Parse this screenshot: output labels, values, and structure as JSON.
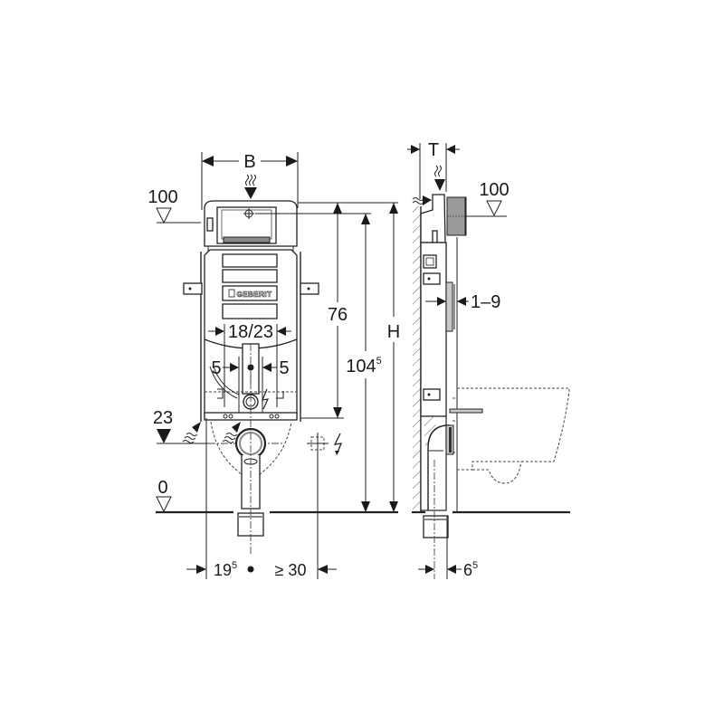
{
  "drawing": {
    "subject": "Concealed cistern WC installation frame — front and side elevation",
    "brand_plate": "GEBERIT",
    "front_view": {
      "width_label": "B",
      "level_top": "100",
      "level_inlet": "23",
      "level_floor": "0",
      "inner_width_label": "18/23",
      "left_offset": "5",
      "right_offset": "5",
      "height_76": "76",
      "height_104_main": "104",
      "height_104_sup": "5",
      "height_label": "H",
      "bottom_left_main": "19",
      "bottom_left_sup": "5",
      "bottom_right": "≥ 30"
    },
    "side_view": {
      "depth_label": "T",
      "level_top": "100",
      "plate_gap": "1–9",
      "bottom_main": "6",
      "bottom_sup": "5"
    },
    "symbols": {
      "water_supply": "water-supply-icon",
      "electrical": "lightning-icon",
      "socket": "electrical-box-icon",
      "level_marker": "level-triangle-icon"
    }
  }
}
